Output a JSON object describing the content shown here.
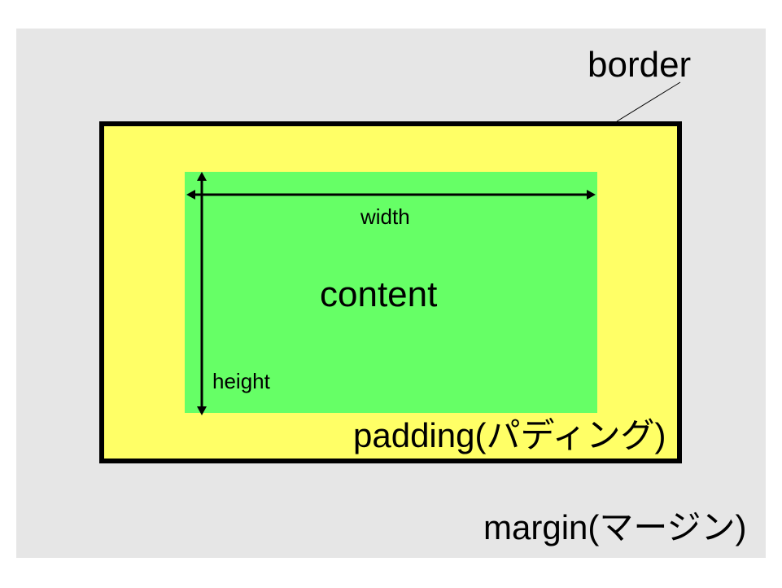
{
  "labels": {
    "border": "border",
    "content": "content",
    "padding": "padding(パディング)",
    "margin": "margin(マージン)",
    "width": "width",
    "height": "height"
  },
  "colors": {
    "background": "#ffffff",
    "margin": "#e6e6e6",
    "padding": "#ffff66",
    "content": "#66ff66",
    "border": "#000000",
    "text": "#000000"
  }
}
